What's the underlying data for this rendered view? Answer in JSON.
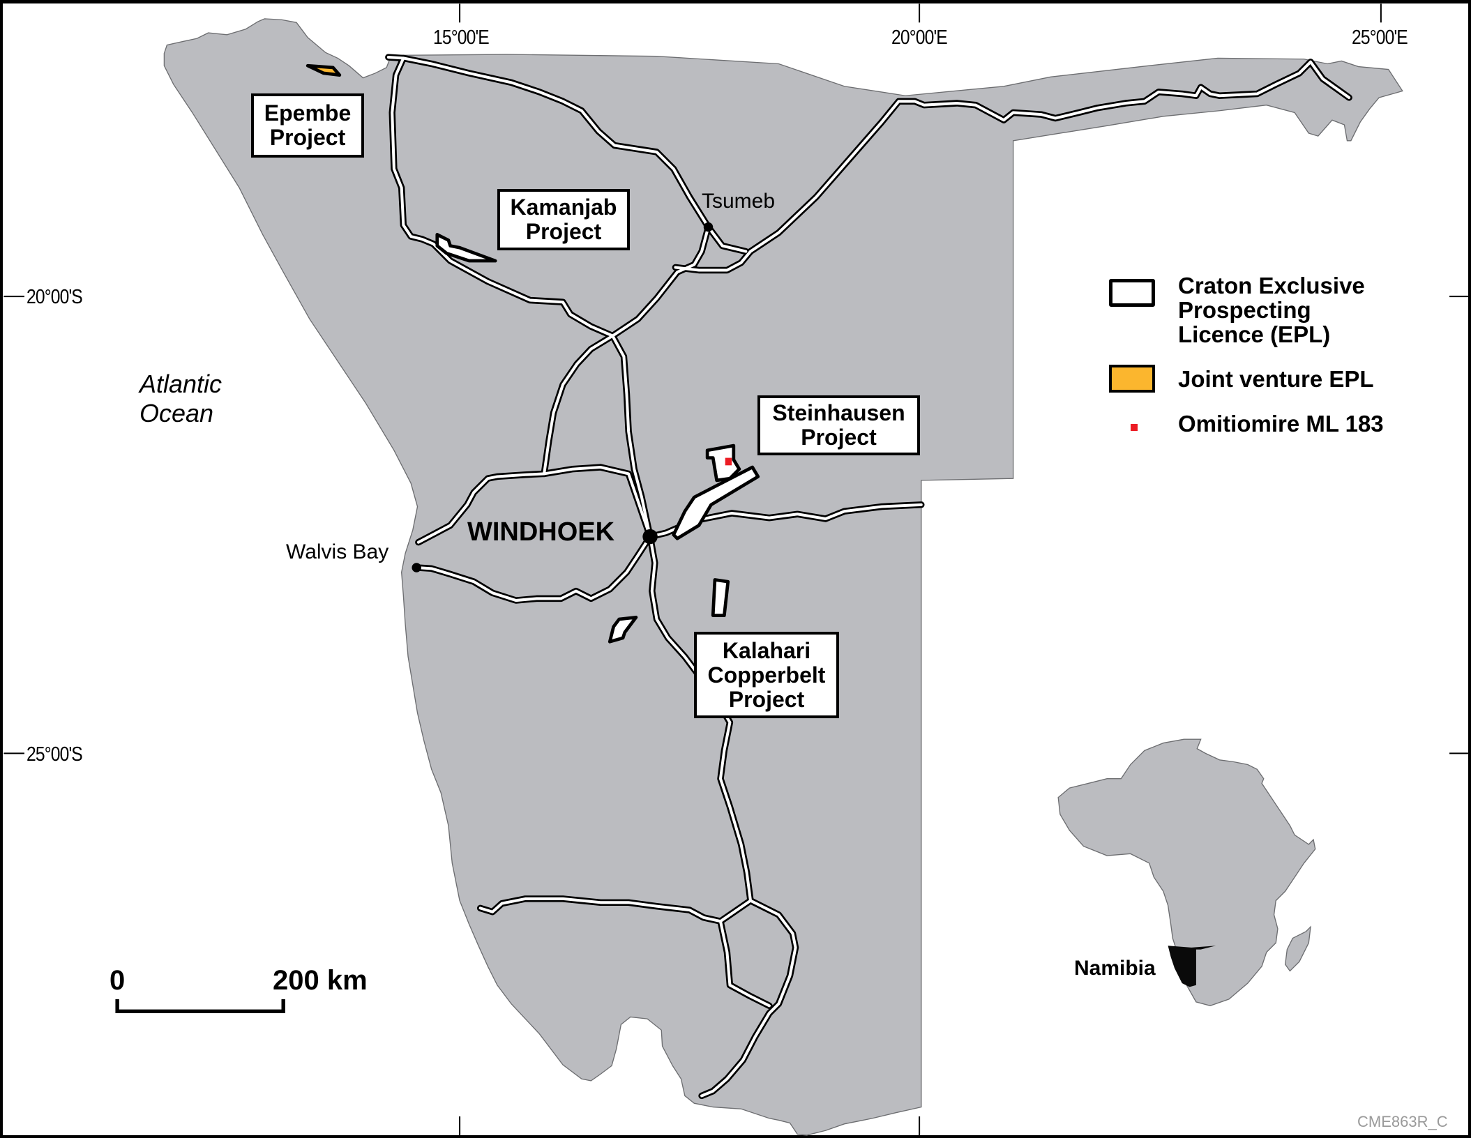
{
  "map": {
    "colors": {
      "land": "#bbbcc0",
      "land_outline": "#6d6e71",
      "road_casing": "#000000",
      "road_fill": "#ffffff",
      "epl_fill": "#ffffff",
      "joint_venture_fill": "#fbb62e",
      "mining_licence": "#ec1c24",
      "namibia_highlight": "#0a0a0a",
      "frame": "#000000",
      "code_text": "#9a9a9a"
    },
    "graticule": {
      "longitude_labels": [
        "15°00'E",
        "20°00'E",
        "25°00'E"
      ],
      "latitude_labels": [
        "20°00'S",
        "25°00'S"
      ]
    },
    "ocean_label": [
      "Atlantic",
      "Ocean"
    ],
    "places": {
      "capital": "WINDHOEK",
      "towns": [
        "Tsumeb",
        "Walvis Bay"
      ]
    },
    "projects": [
      {
        "id": "epembe",
        "lines": [
          "Epembe",
          "Project"
        ]
      },
      {
        "id": "kamanjab",
        "lines": [
          "Kamanjab",
          "Project"
        ]
      },
      {
        "id": "steinhausen",
        "lines": [
          "Steinhausen",
          "Project"
        ]
      },
      {
        "id": "kalahari",
        "lines": [
          "Kalahari",
          "Copperbelt",
          "Project"
        ]
      }
    ],
    "legend": {
      "items": [
        {
          "symbol": "white-outlined-rectangle",
          "lines": [
            "Craton Exclusive",
            "Prospecting",
            "Licence (EPL)"
          ]
        },
        {
          "symbol": "orange-filled-rectangle",
          "lines": [
            "Joint venture EPL"
          ]
        },
        {
          "symbol": "red-square",
          "lines": [
            "Omitiomire ML 183"
          ]
        }
      ]
    },
    "scale_bar": {
      "start_label": "0",
      "end_label": "200 km"
    },
    "inset": {
      "continent": "Africa",
      "highlight_label": "Namibia"
    },
    "figure_code": "CME863R_C"
  }
}
